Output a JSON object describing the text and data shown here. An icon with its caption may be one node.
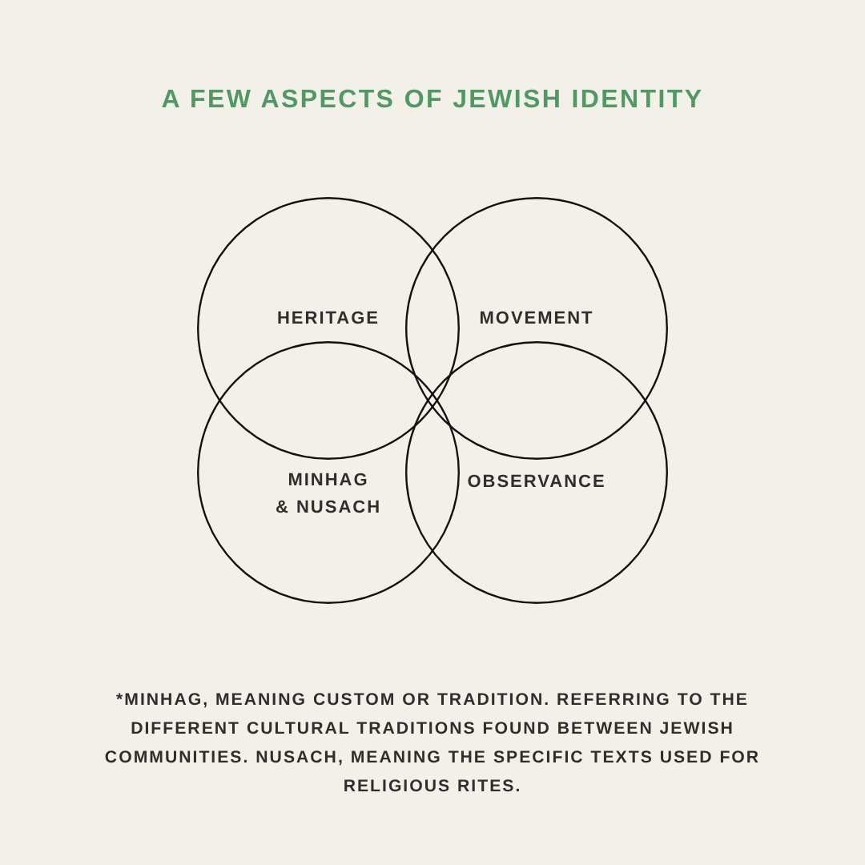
{
  "diagram": {
    "title": "A FEW ASPECTS OF JEWISH IDENTITY",
    "nodes": [
      {
        "text": [
          "HERITAGE"
        ]
      },
      {
        "text": [
          "MOVEMENT"
        ]
      },
      {
        "text": [
          "MINHAG & NUSACH"
        ]
      },
      {
        "text": [
          "OBSERVANCE"
        ]
      }
    ],
    "edges": [],
    "labels": [
      "*MINHAG, MEANING CUSTOM OR TRADITION. REFERRING TO THE DIFFERENT CULTURAL TRADITIONS FOUND BETWEEN JEWISH COMMUNITIES. NUSACH, MEANING THE SPECIFIC TEXTS USED FOR RELIGIOUS RITES."
    ]
  }
}
